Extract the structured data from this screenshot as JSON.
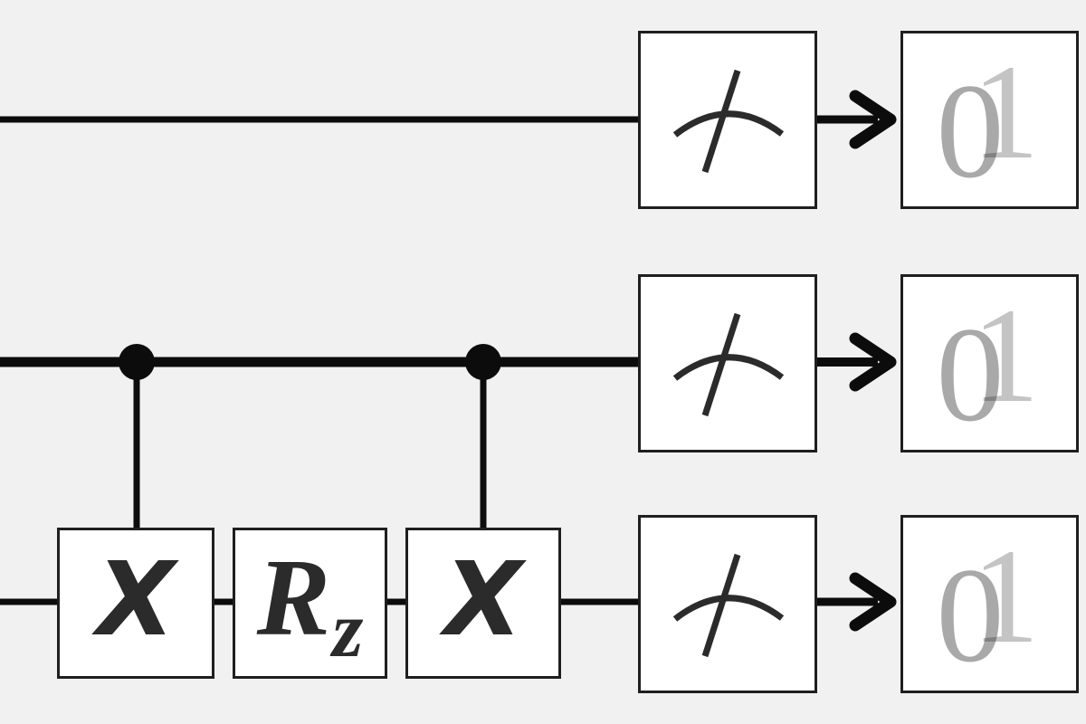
{
  "colors": {
    "background": "#f1f1f1",
    "box_fill": "#ffffff",
    "box_border": "#1f1f1f",
    "wire_ink": "#0c0c0c",
    "meter_ink": "#2b2b2b",
    "gate_text": "#2b2b2b",
    "digit_zero_color": "#a9a9a9",
    "digit_one_color": "#c4c4c4"
  },
  "circuit": {
    "type": "quantum-circuit",
    "qubit_count": 3,
    "wires": [
      {
        "name": "qubit-0",
        "elements": [
          "wire",
          "measurement-gauge",
          "arrow",
          "outcome-display-01"
        ]
      },
      {
        "name": "qubit-1",
        "elements": [
          "wire",
          "control-dot",
          "control-dot",
          "measurement-gauge",
          "arrow",
          "outcome-display-01"
        ]
      },
      {
        "name": "qubit-2",
        "elements": [
          "wire",
          "gate-X",
          "gate-Rz",
          "gate-X",
          "measurement-gauge",
          "arrow",
          "outcome-display-01"
        ]
      }
    ],
    "controls": [
      {
        "from": "qubit-1",
        "to_gate": "x-left"
      },
      {
        "from": "qubit-1",
        "to_gate": "x-right"
      }
    ]
  },
  "gates": {
    "x_left": {
      "label": "X"
    },
    "rz": {
      "label": "R",
      "subscript": "z"
    },
    "x_right": {
      "label": "X"
    }
  },
  "measurement": {
    "digit_zero": "0",
    "digit_one": "1"
  }
}
